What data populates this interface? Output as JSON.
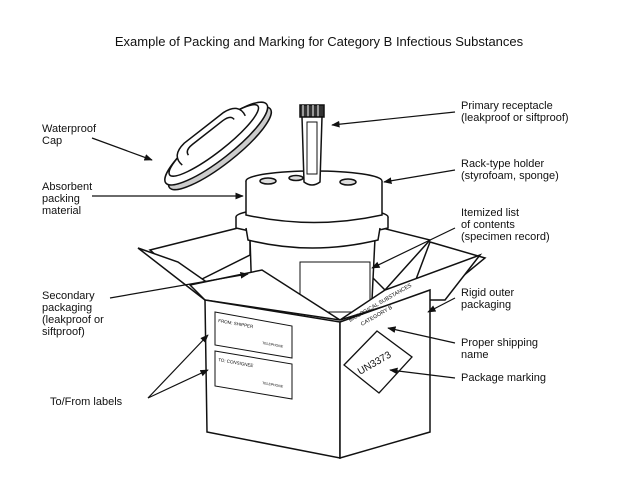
{
  "title": "Example of Packing and Marking for Category B Infectious Substances",
  "labels": {
    "waterproof_cap": [
      "Waterproof",
      "Cap"
    ],
    "absorbent": [
      "Absorbent",
      "packing",
      "material"
    ],
    "secondary": [
      "Secondary",
      "packaging",
      "(leakproof or",
      "siftproof)"
    ],
    "to_from": [
      "To/From labels"
    ],
    "primary": [
      "Primary receptacle",
      "(leakproof or siftproof)"
    ],
    "rack": [
      "Rack-type holder",
      "(styrofoam, sponge)"
    ],
    "itemized": [
      "Itemized list",
      "of contents",
      "(specimen record)"
    ],
    "rigid": [
      "Rigid outer",
      "packaging"
    ],
    "proper": [
      "Proper shipping",
      "name"
    ],
    "marking": [
      "Package marking"
    ]
  },
  "box_text": {
    "from_label": "FROM: SHIPPER",
    "to_label": "TO: CONSIGNEE",
    "telephone": "TELEPHONE",
    "bio_line1": "BIOLOGICAL SUBSTANCES",
    "bio_line2": "CATEGORY B",
    "un": "UN3373"
  }
}
